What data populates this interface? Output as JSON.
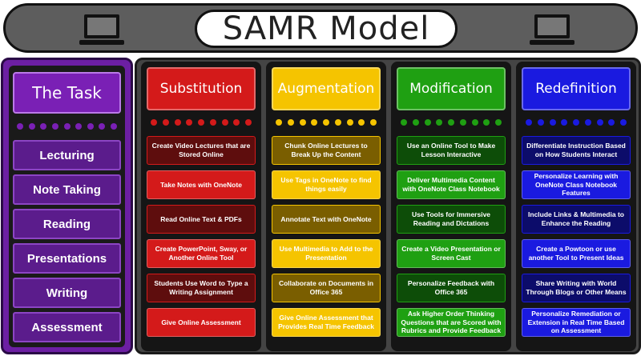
{
  "title": "SAMR Model",
  "icons": {
    "left": "laptop-icon",
    "right": "laptop-icon"
  },
  "task": {
    "header": "The Task",
    "items": [
      "Lecturing",
      "Note Taking",
      "Reading",
      "Presentations",
      "Writing",
      "Assessment"
    ]
  },
  "columns": [
    {
      "header": "Substitution",
      "color": "#d41a1a",
      "dark": "#5e0d0d",
      "text": "#ffffff",
      "cards": [
        "Create Video Lectures that are Stored Online",
        "Take Notes with  OneNote",
        "Read Online Text & PDFs",
        "Create PowerPoint, Sway, or Another Online Tool",
        "Students Use Word to Type a Writing Assignment",
        "Give Online Assessment"
      ]
    },
    {
      "header": "Augmentation",
      "color": "#f5c400",
      "dark": "#7a5e00",
      "text": "#ffffff",
      "cards": [
        "Chunk Online Lectures to Break Up the Content",
        "Use Tags in OneNote to find things easily",
        "Annotate Text with OneNote",
        "Use Multimedia to Add to the Presentation",
        "Collaborate on Documents in Office 365",
        "Give Online Assessment that Provides Real Time Feedback"
      ]
    },
    {
      "header": "Modification",
      "color": "#1fa012",
      "dark": "#0d4d08",
      "text": "#ffffff",
      "cards": [
        "Use an Online Tool to Make Lesson Interactive",
        "Deliver Multimedia Content with OneNote Class Notebook",
        "Use Tools for Immersive Reading and Dictations",
        "Create a Video Presentation or Screen Cast",
        "Personalize Feedback with Office 365",
        "Ask Higher Order Thinking Questions that are Scored with Rubrics and Provide Feedback"
      ]
    },
    {
      "header": "Redefinition",
      "color": "#1a1ae0",
      "dark": "#0c0c6a",
      "text": "#ffffff",
      "cards": [
        "Differentiate Instruction Based on How Students Interact",
        "Personalize Learning with OneNote Class Notebook Features",
        "Include Links & Multimedia to Enhance the Reading",
        "Create a Powtoon or use another Tool to Present Ideas",
        "Share Writing with World Through Blogs or Other Means",
        "Personalize Remediation or Extension in Real Time Based on Assessment"
      ]
    }
  ]
}
